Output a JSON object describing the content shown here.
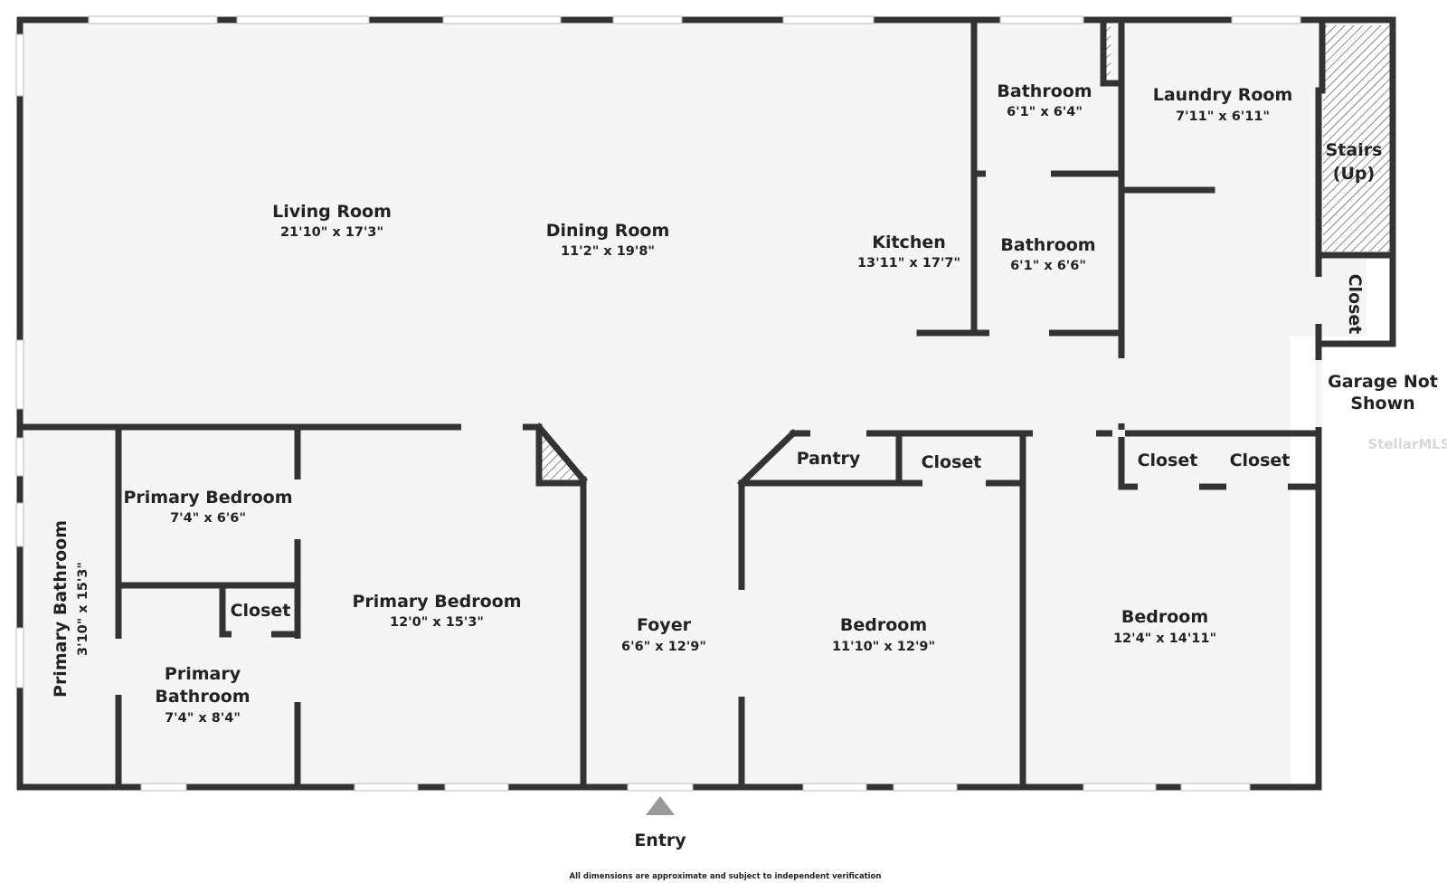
{
  "rooms": {
    "living": {
      "name": "Living Room",
      "dim": "21'10\" x 17'3\""
    },
    "dining": {
      "name": "Dining Room",
      "dim": "11'2\" x 19'8\""
    },
    "kitchen": {
      "name": "Kitchen",
      "dim": "13'11\" x 17'7\""
    },
    "bath_top": {
      "name": "Bathroom",
      "dim": "6'1\" x 6'4\""
    },
    "bath_mid": {
      "name": "Bathroom",
      "dim": "6'1\" x 6'6\""
    },
    "laundry": {
      "name": "Laundry Room",
      "dim": "7'11\" x 6'11\""
    },
    "stairs": {
      "line1": "Stairs",
      "line2": "(Up)"
    },
    "closet_stairs": {
      "name": "Closet"
    },
    "primary_bed_small": {
      "name": "Primary Bedroom",
      "dim": "7'4\" x 6'6\""
    },
    "primary_bed_main": {
      "name": "Primary Bedroom",
      "dim": "12'0\" x 15'3\""
    },
    "primary_bath_side": {
      "name": "Primary Bathroom",
      "dim": "3'10\" x 15'3\""
    },
    "primary_bath": {
      "line1": "Primary",
      "line2": "Bathroom",
      "dim": "7'4\" x 8'4\""
    },
    "closet_primary": {
      "name": "Closet"
    },
    "foyer": {
      "name": "Foyer",
      "dim": "6'6\" x 12'9\""
    },
    "pantry": {
      "name": "Pantry"
    },
    "closet_mid": {
      "name": "Closet"
    },
    "bedroom_a": {
      "name": "Bedroom",
      "dim": "11'10\" x 12'9\""
    },
    "bedroom_b": {
      "name": "Bedroom",
      "dim": "12'4\" x 14'11\""
    },
    "closet_b1": {
      "name": "Closet"
    },
    "closet_b2": {
      "name": "Closet"
    }
  },
  "labels": {
    "garage_line1": "Garage Not",
    "garage_line2": "Shown",
    "entry": "Entry",
    "disclaimer": "All dimensions are approximate and subject to independent verification",
    "watermark": "StellarMLS"
  },
  "colors": {
    "wall": "#333333",
    "floor": "#f5f5f5",
    "background": "#ffffff",
    "text": "#222222"
  }
}
